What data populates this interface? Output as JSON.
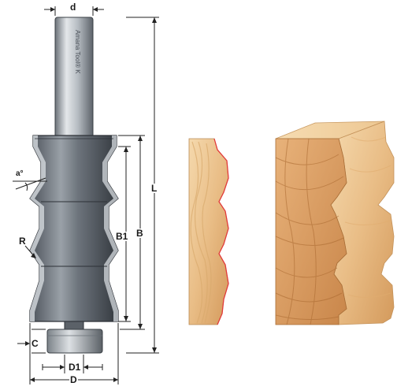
{
  "diagram": {
    "labels": {
      "d": "d",
      "angle": "a°",
      "R": "R",
      "B1": "B1",
      "B": "B",
      "L": "L",
      "C": "C",
      "D1": "D1",
      "D": "D"
    },
    "shank_text": "Amana Tool® K",
    "colors": {
      "steel_dark": "#3b4047",
      "steel_mid": "#7c838b",
      "steel_light": "#c9ced3",
      "wood_light": "#f3d4a6",
      "wood_mid": "#e6b57a",
      "wood_dark": "#c98a4c",
      "profile_edge": "#e23a3a",
      "dimension": "#222222"
    }
  }
}
